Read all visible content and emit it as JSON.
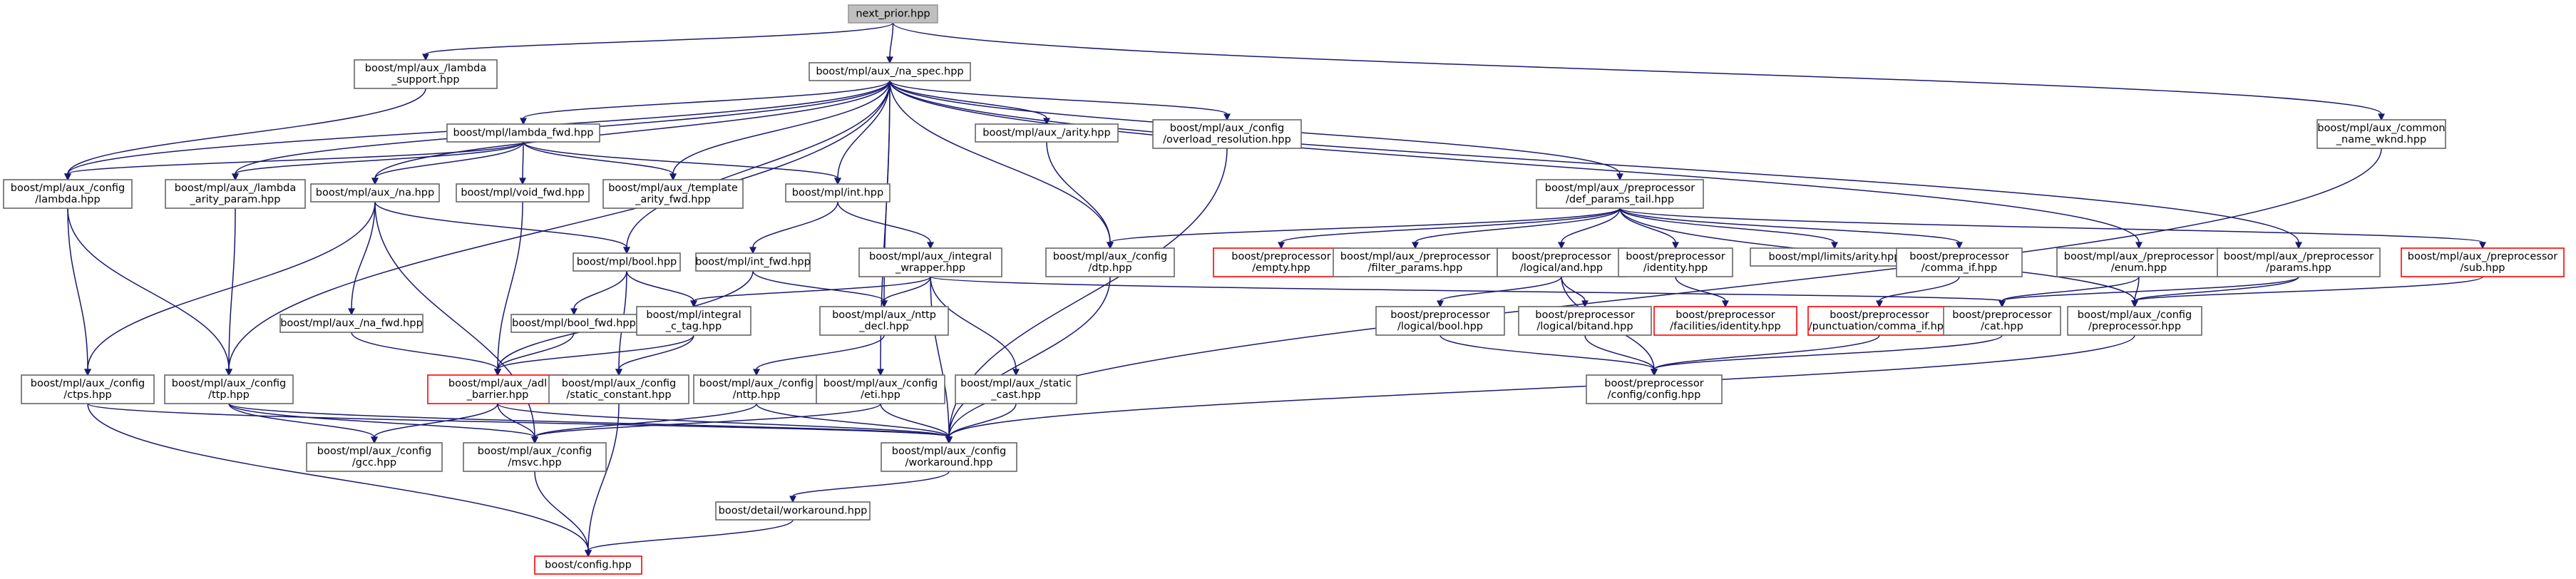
{
  "graph": {
    "nodes": [
      {
        "id": "next_prior",
        "lines": [
          "next_prior.hpp"
        ],
        "style": "root"
      },
      {
        "id": "lambda_support",
        "lines": [
          "boost/mpl/aux_/lambda",
          "_support.hpp"
        ],
        "style": "normal"
      },
      {
        "id": "na_spec",
        "lines": [
          "boost/mpl/aux_/na_spec.hpp"
        ],
        "style": "normal"
      },
      {
        "id": "common_name_wknd",
        "lines": [
          "boost/mpl/aux_/common",
          "_name_wknd.hpp"
        ],
        "style": "normal"
      },
      {
        "id": "lambda_fwd",
        "lines": [
          "boost/mpl/lambda_fwd.hpp"
        ],
        "style": "normal"
      },
      {
        "id": "arity",
        "lines": [
          "boost/mpl/aux_/arity.hpp"
        ],
        "style": "normal"
      },
      {
        "id": "overload_resolution",
        "lines": [
          "boost/mpl/aux_/config",
          "/overload_resolution.hpp"
        ],
        "style": "normal"
      },
      {
        "id": "cfg_lambda",
        "lines": [
          "boost/mpl/aux_/config",
          "/lambda.hpp"
        ],
        "style": "normal"
      },
      {
        "id": "lambda_arity_param",
        "lines": [
          "boost/mpl/aux_/lambda",
          "_arity_param.hpp"
        ],
        "style": "normal"
      },
      {
        "id": "na",
        "lines": [
          "boost/mpl/aux_/na.hpp"
        ],
        "style": "normal"
      },
      {
        "id": "void_fwd",
        "lines": [
          "boost/mpl/void_fwd.hpp"
        ],
        "style": "normal"
      },
      {
        "id": "template_arity_fwd",
        "lines": [
          "boost/mpl/aux_/template",
          "_arity_fwd.hpp"
        ],
        "style": "normal"
      },
      {
        "id": "int",
        "lines": [
          "boost/mpl/int.hpp"
        ],
        "style": "normal"
      },
      {
        "id": "def_params_tail",
        "lines": [
          "boost/mpl/aux_/preprocessor",
          "/def_params_tail.hpp"
        ],
        "style": "normal"
      },
      {
        "id": "pp_enum",
        "lines": [
          "boost/mpl/aux_/preprocessor",
          "/enum.hpp"
        ],
        "style": "normal"
      },
      {
        "id": "pp_params",
        "lines": [
          "boost/mpl/aux_/preprocessor",
          "/params.hpp"
        ],
        "style": "normal"
      },
      {
        "id": "pp_sub",
        "lines": [
          "boost/mpl/aux_/preprocessor",
          "/sub.hpp"
        ],
        "style": "red"
      },
      {
        "id": "bool",
        "lines": [
          "boost/mpl/bool.hpp"
        ],
        "style": "normal"
      },
      {
        "id": "int_fwd",
        "lines": [
          "boost/mpl/int_fwd.hpp"
        ],
        "style": "normal"
      },
      {
        "id": "integral_wrapper",
        "lines": [
          "boost/mpl/aux_/integral",
          "_wrapper.hpp"
        ],
        "style": "normal"
      },
      {
        "id": "cfg_dtp",
        "lines": [
          "boost/mpl/aux_/config",
          "/dtp.hpp"
        ],
        "style": "normal"
      },
      {
        "id": "pp_empty",
        "lines": [
          "boost/preprocessor",
          "/empty.hpp"
        ],
        "style": "red"
      },
      {
        "id": "filter_params",
        "lines": [
          "boost/mpl/aux_/preprocessor",
          "/filter_params.hpp"
        ],
        "style": "normal"
      },
      {
        "id": "logical_and",
        "lines": [
          "boost/preprocessor",
          "/logical/and.hpp"
        ],
        "style": "normal"
      },
      {
        "id": "pp_identity",
        "lines": [
          "boost/preprocessor",
          "/identity.hpp"
        ],
        "style": "normal"
      },
      {
        "id": "limits_arity",
        "lines": [
          "boost/mpl/limits/arity.hpp"
        ],
        "style": "normal"
      },
      {
        "id": "comma_if",
        "lines": [
          "boost/preprocessor",
          "/comma_if.hpp"
        ],
        "style": "normal"
      },
      {
        "id": "na_fwd",
        "lines": [
          "boost/mpl/aux_/na_fwd.hpp"
        ],
        "style": "normal"
      },
      {
        "id": "bool_fwd",
        "lines": [
          "boost/mpl/bool_fwd.hpp"
        ],
        "style": "normal"
      },
      {
        "id": "integral_c_tag",
        "lines": [
          "boost/mpl/integral",
          "_c_tag.hpp"
        ],
        "style": "normal"
      },
      {
        "id": "nttp_decl",
        "lines": [
          "boost/mpl/aux_/nttp",
          "_decl.hpp"
        ],
        "style": "normal"
      },
      {
        "id": "logical_bool",
        "lines": [
          "boost/preprocessor",
          "/logical/bool.hpp"
        ],
        "style": "normal"
      },
      {
        "id": "logical_bitand",
        "lines": [
          "boost/preprocessor",
          "/logical/bitand.hpp"
        ],
        "style": "normal"
      },
      {
        "id": "facilities_identity",
        "lines": [
          "boost/preprocessor",
          "/facilities/identity.hpp"
        ],
        "style": "red"
      },
      {
        "id": "punct_comma_if",
        "lines": [
          "boost/preprocessor",
          "/punctuation/comma_if.hpp"
        ],
        "style": "red"
      },
      {
        "id": "pp_cat",
        "lines": [
          "boost/preprocessor",
          "/cat.hpp"
        ],
        "style": "normal"
      },
      {
        "id": "cfg_preprocessor",
        "lines": [
          "boost/mpl/aux_/config",
          "/preprocessor.hpp"
        ],
        "style": "normal"
      },
      {
        "id": "cfg_ctps",
        "lines": [
          "boost/mpl/aux_/config",
          "/ctps.hpp"
        ],
        "style": "normal"
      },
      {
        "id": "cfg_ttp",
        "lines": [
          "boost/mpl/aux_/config",
          "/ttp.hpp"
        ],
        "style": "normal"
      },
      {
        "id": "adl_barrier",
        "lines": [
          "boost/mpl/aux_/adl",
          "_barrier.hpp"
        ],
        "style": "red"
      },
      {
        "id": "static_constant",
        "lines": [
          "boost/mpl/aux_/config",
          "/static_constant.hpp"
        ],
        "style": "normal"
      },
      {
        "id": "cfg_nttp",
        "lines": [
          "boost/mpl/aux_/config",
          "/nttp.hpp"
        ],
        "style": "normal"
      },
      {
        "id": "cfg_eti",
        "lines": [
          "boost/mpl/aux_/config",
          "/eti.hpp"
        ],
        "style": "normal"
      },
      {
        "id": "static_cast",
        "lines": [
          "boost/mpl/aux_/static",
          "_cast.hpp"
        ],
        "style": "normal"
      },
      {
        "id": "pp_config",
        "lines": [
          "boost/preprocessor",
          "/config/config.hpp"
        ],
        "style": "normal"
      },
      {
        "id": "cfg_gcc",
        "lines": [
          "boost/mpl/aux_/config",
          "/gcc.hpp"
        ],
        "style": "normal"
      },
      {
        "id": "cfg_msvc",
        "lines": [
          "boost/mpl/aux_/config",
          "/msvc.hpp"
        ],
        "style": "normal"
      },
      {
        "id": "cfg_workaround",
        "lines": [
          "boost/mpl/aux_/config",
          "/workaround.hpp"
        ],
        "style": "normal"
      },
      {
        "id": "detail_workaround",
        "lines": [
          "boost/detail/workaround.hpp"
        ],
        "style": "normal"
      },
      {
        "id": "boost_config",
        "lines": [
          "boost/config.hpp"
        ],
        "style": "red"
      }
    ],
    "edges": [
      [
        "next_prior",
        "lambda_support"
      ],
      [
        "next_prior",
        "na_spec"
      ],
      [
        "next_prior",
        "common_name_wknd"
      ],
      [
        "lambda_support",
        "cfg_lambda"
      ],
      [
        "na_spec",
        "lambda_fwd"
      ],
      [
        "na_spec",
        "arity"
      ],
      [
        "na_spec",
        "overload_resolution"
      ],
      [
        "na_spec",
        "cfg_lambda"
      ],
      [
        "na_spec",
        "lambda_arity_param"
      ],
      [
        "na_spec",
        "na"
      ],
      [
        "na_spec",
        "template_arity_fwd"
      ],
      [
        "na_spec",
        "int"
      ],
      [
        "na_spec",
        "def_params_tail"
      ],
      [
        "na_spec",
        "pp_enum"
      ],
      [
        "na_spec",
        "pp_params"
      ],
      [
        "na_spec",
        "bool"
      ],
      [
        "na_spec",
        "cfg_dtp"
      ],
      [
        "na_spec",
        "nttp_decl"
      ],
      [
        "na_spec",
        "cfg_ttp"
      ],
      [
        "na_spec",
        "cfg_eti"
      ],
      [
        "common_name_wknd",
        "cfg_workaround"
      ],
      [
        "lambda_fwd",
        "cfg_lambda"
      ],
      [
        "lambda_fwd",
        "lambda_arity_param"
      ],
      [
        "lambda_fwd",
        "na"
      ],
      [
        "lambda_fwd",
        "void_fwd"
      ],
      [
        "lambda_fwd",
        "template_arity_fwd"
      ],
      [
        "lambda_fwd",
        "int"
      ],
      [
        "arity",
        "cfg_dtp"
      ],
      [
        "overload_resolution",
        "cfg_workaround"
      ],
      [
        "cfg_lambda",
        "cfg_ctps"
      ],
      [
        "cfg_lambda",
        "cfg_ttp"
      ],
      [
        "lambda_arity_param",
        "cfg_ttp"
      ],
      [
        "na",
        "bool"
      ],
      [
        "na",
        "na_fwd"
      ],
      [
        "na",
        "cfg_ctps"
      ],
      [
        "na",
        "cfg_msvc"
      ],
      [
        "void_fwd",
        "adl_barrier"
      ],
      [
        "int",
        "int_fwd"
      ],
      [
        "int",
        "integral_wrapper"
      ],
      [
        "def_params_tail",
        "cfg_dtp"
      ],
      [
        "def_params_tail",
        "pp_empty"
      ],
      [
        "def_params_tail",
        "filter_params"
      ],
      [
        "def_params_tail",
        "logical_and"
      ],
      [
        "def_params_tail",
        "pp_identity"
      ],
      [
        "def_params_tail",
        "limits_arity"
      ],
      [
        "def_params_tail",
        "comma_if"
      ],
      [
        "def_params_tail",
        "pp_sub"
      ],
      [
        "def_params_tail",
        "cfg_preprocessor"
      ],
      [
        "pp_enum",
        "pp_cat"
      ],
      [
        "pp_enum",
        "cfg_preprocessor"
      ],
      [
        "pp_params",
        "pp_cat"
      ],
      [
        "pp_params",
        "cfg_preprocessor"
      ],
      [
        "pp_sub",
        "cfg_preprocessor"
      ],
      [
        "bool",
        "bool_fwd"
      ],
      [
        "bool",
        "integral_c_tag"
      ],
      [
        "bool",
        "static_constant"
      ],
      [
        "int_fwd",
        "adl_barrier"
      ],
      [
        "int_fwd",
        "nttp_decl"
      ],
      [
        "integral_wrapper",
        "integral_c_tag"
      ],
      [
        "integral_wrapper",
        "nttp_decl"
      ],
      [
        "integral_wrapper",
        "static_cast"
      ],
      [
        "integral_wrapper",
        "pp_cat"
      ],
      [
        "integral_wrapper",
        "cfg_workaround"
      ],
      [
        "cfg_dtp",
        "cfg_workaround"
      ],
      [
        "logical_and",
        "logical_bool"
      ],
      [
        "logical_and",
        "logical_bitand"
      ],
      [
        "logical_and",
        "pp_config"
      ],
      [
        "pp_identity",
        "facilities_identity"
      ],
      [
        "comma_if",
        "punct_comma_if"
      ],
      [
        "na_fwd",
        "adl_barrier"
      ],
      [
        "bool_fwd",
        "adl_barrier"
      ],
      [
        "integral_c_tag",
        "adl_barrier"
      ],
      [
        "integral_c_tag",
        "static_constant"
      ],
      [
        "nttp_decl",
        "cfg_nttp"
      ],
      [
        "logical_bool",
        "pp_config"
      ],
      [
        "logical_bitand",
        "pp_config"
      ],
      [
        "punct_comma_if",
        "pp_config"
      ],
      [
        "pp_cat",
        "pp_config"
      ],
      [
        "cfg_preprocessor",
        "cfg_workaround"
      ],
      [
        "cfg_ctps",
        "cfg_workaround"
      ],
      [
        "cfg_ctps",
        "boost_config"
      ],
      [
        "cfg_ttp",
        "cfg_gcc"
      ],
      [
        "cfg_ttp",
        "cfg_msvc"
      ],
      [
        "cfg_ttp",
        "cfg_workaround"
      ],
      [
        "adl_barrier",
        "cfg_gcc"
      ],
      [
        "adl_barrier",
        "cfg_msvc"
      ],
      [
        "adl_barrier",
        "cfg_workaround"
      ],
      [
        "static_constant",
        "boost_config"
      ],
      [
        "cfg_nttp",
        "cfg_msvc"
      ],
      [
        "cfg_nttp",
        "cfg_workaround"
      ],
      [
        "cfg_eti",
        "cfg_msvc"
      ],
      [
        "cfg_eti",
        "cfg_workaround"
      ],
      [
        "static_cast",
        "cfg_workaround"
      ],
      [
        "cfg_msvc",
        "boost_config"
      ],
      [
        "cfg_workaround",
        "detail_workaround"
      ],
      [
        "detail_workaround",
        "boost_config"
      ]
    ]
  }
}
